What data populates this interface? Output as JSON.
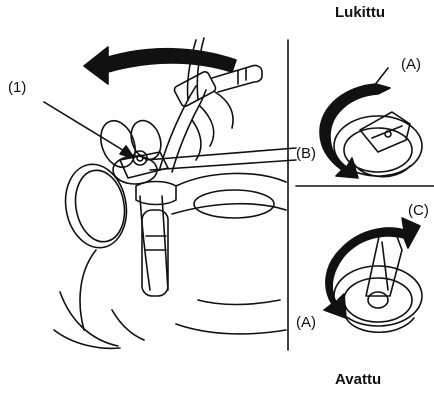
{
  "labels": {
    "locked_title": "Lukittu",
    "opened_title": "Avattu",
    "callout_1": "(1)",
    "callout_a_top": "(A)",
    "callout_b": "(B)",
    "callout_c": "(C)",
    "callout_a_bottom": "(A)"
  },
  "colors": {
    "line": "#111111",
    "arrow_fill": "#111111",
    "background": "#ffffff"
  }
}
